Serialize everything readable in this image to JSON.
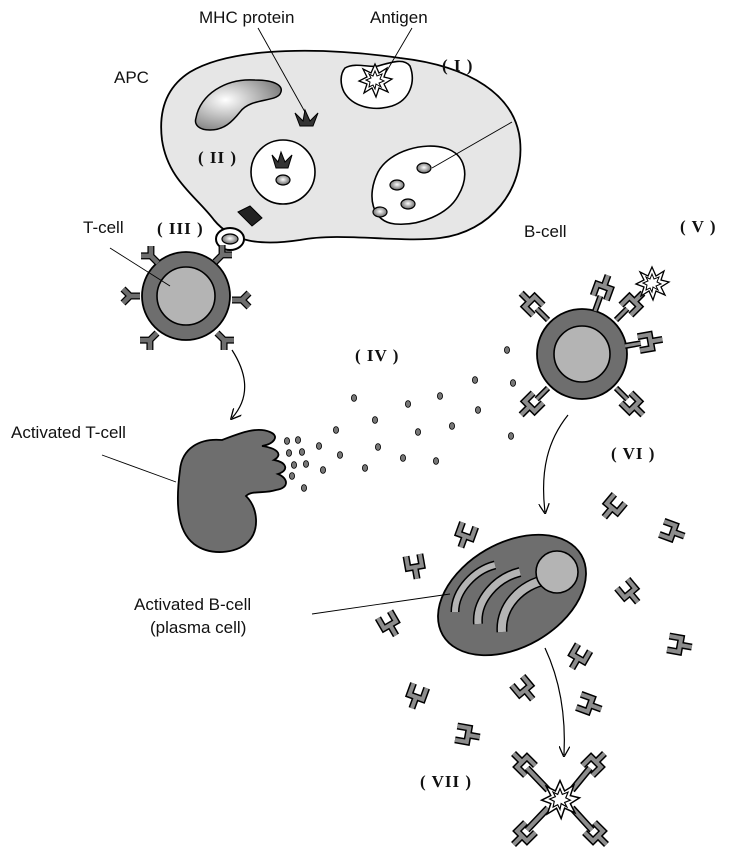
{
  "labels": {
    "mhc_protein": "MHC protein",
    "antigen": "Antigen",
    "apc": "APC",
    "t_cell": "T-cell",
    "b_cell": "B-cell",
    "activated_t_cell": "Activated T-cell",
    "activated_b_cell_line1": "Activated B-cell",
    "activated_b_cell_line2": "(plasma cell)"
  },
  "stages": {
    "i": "( I )",
    "ii": "( II )",
    "iii": "( III )",
    "iv": "( IV )",
    "v": "( V )",
    "vi": "( VI )",
    "vii": "( VII )"
  },
  "colors": {
    "cell_dark": "#6e6e6e",
    "cell_light": "#b4b4b4",
    "apc_fill": "#e6e6e6",
    "outline": "#000000"
  }
}
